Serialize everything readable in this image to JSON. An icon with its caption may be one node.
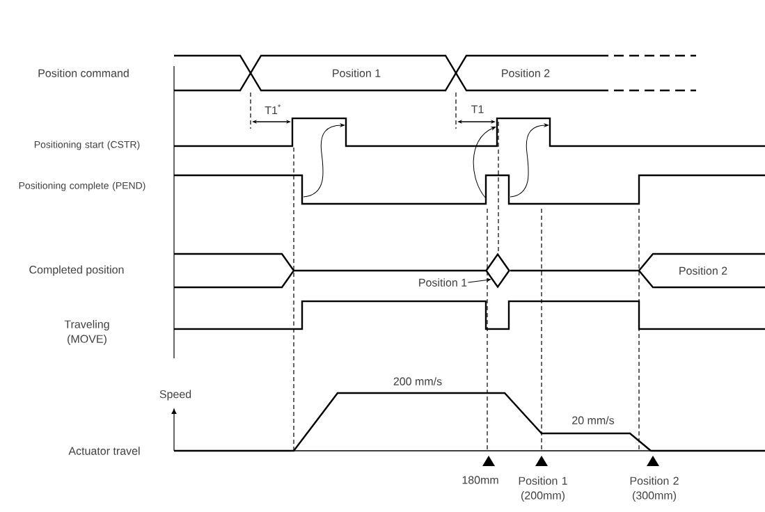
{
  "diagram": {
    "nodes": [
      {
        "text": [
          "Position 1"
        ]
      },
      {
        "text": [],
        "shape": "diamond"
      }
    ],
    "edges": [
      {
        "from": 0,
        "to": 1,
        "arrow": "to"
      }
    ],
    "labels": [
      "Position command",
      "Position 1",
      "Position 2",
      "T1$^{*}$",
      "T1",
      "Positioning start (CSTR)",
      "Positioning complete (PEND)",
      "Completed position",
      "Position 2",
      "Traveling (MOVE)",
      "Speed",
      "200 mm/s",
      "20 mm/s",
      "Actuator travel",
      "180mm",
      "Position 1 (200mm)",
      "Position 2 (300mm)"
    ]
  }
}
